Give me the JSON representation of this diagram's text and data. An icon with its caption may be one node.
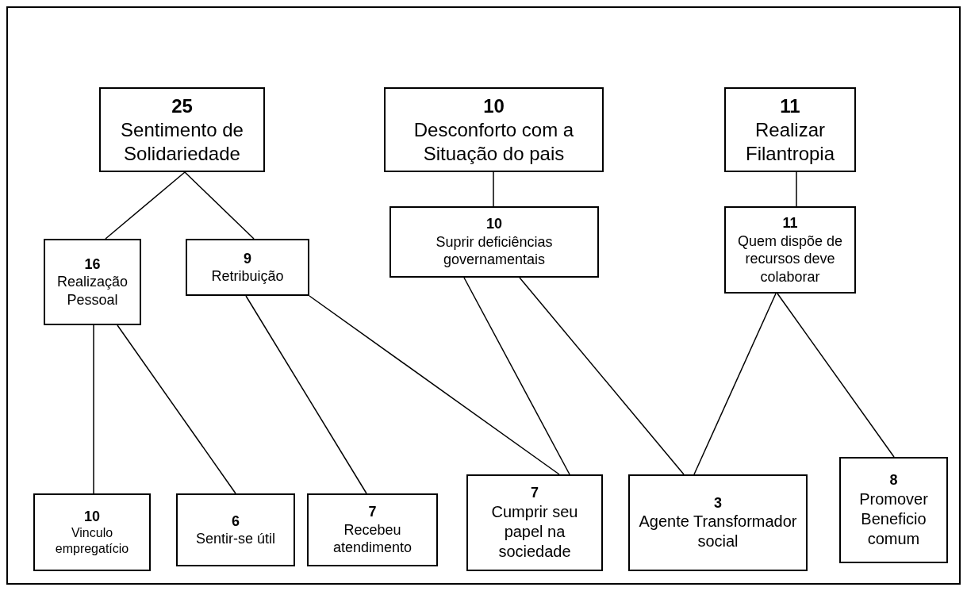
{
  "diagram": {
    "nodes": [
      {
        "text": [
          "25",
          "Sentimento de Solidariedade"
        ]
      },
      {
        "text": [
          "10",
          "Desconforto com a Situação do pais"
        ]
      },
      {
        "text": [
          "11",
          "Realizar Filantropia"
        ]
      },
      {
        "text": [
          "10",
          "Suprir deficiências governamentais"
        ]
      },
      {
        "text": [
          "11",
          "Quem dispõe de recursos deve colaborar"
        ]
      },
      {
        "text": [
          "16",
          "Realização Pessoal"
        ]
      },
      {
        "text": [
          "9",
          "Retribuição"
        ]
      },
      {
        "text": [
          "10",
          "Vinculo empregatício"
        ]
      },
      {
        "text": [
          "6",
          "Sentir-se útil"
        ]
      },
      {
        "text": [
          "7",
          "Recebeu atendimento"
        ]
      },
      {
        "text": [
          "7",
          "Cumprir seu papel na sociedade"
        ]
      },
      {
        "text": [
          "3",
          "Agente Transformador social"
        ]
      },
      {
        "text": [
          "8",
          "Promover Beneficio comum"
        ]
      }
    ],
    "edges": [
      {
        "from": 0,
        "to": 5,
        "arrow": "none"
      },
      {
        "from": 0,
        "to": 6,
        "arrow": "none"
      },
      {
        "from": 1,
        "to": 3,
        "arrow": "none"
      },
      {
        "from": 2,
        "to": 4,
        "arrow": "none"
      },
      {
        "from": 5,
        "to": 7,
        "arrow": "none"
      },
      {
        "from": 5,
        "to": 8,
        "arrow": "none"
      },
      {
        "from": 6,
        "to": 9,
        "arrow": "none"
      },
      {
        "from": 6,
        "to": 10,
        "arrow": "none"
      },
      {
        "from": 3,
        "to": 10,
        "arrow": "none"
      },
      {
        "from": 3,
        "to": 11,
        "arrow": "none"
      },
      {
        "from": 4,
        "to": 11,
        "arrow": "none"
      },
      {
        "from": 4,
        "to": 12,
        "arrow": "none"
      }
    ]
  }
}
